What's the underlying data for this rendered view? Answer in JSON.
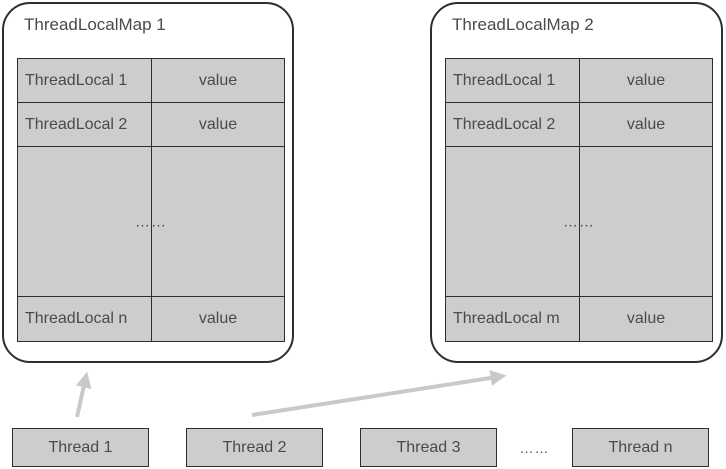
{
  "diagram": {
    "maps": [
      {
        "title": "ThreadLocalMap 1",
        "rows": [
          {
            "key": "ThreadLocal 1",
            "value": "value"
          },
          {
            "key": "ThreadLocal 2",
            "value": "value"
          }
        ],
        "ellipsis": "……",
        "last_row": {
          "key": "ThreadLocal n",
          "value": "value"
        }
      },
      {
        "title": "ThreadLocalMap 2",
        "rows": [
          {
            "key": "ThreadLocal 1",
            "value": "value"
          },
          {
            "key": "ThreadLocal 2",
            "value": "value"
          }
        ],
        "ellipsis": "……",
        "last_row": {
          "key": "ThreadLocal m",
          "value": "value"
        }
      }
    ],
    "threads": [
      {
        "label": "Thread 1"
      },
      {
        "label": "Thread 2"
      },
      {
        "label": "Thread 3"
      },
      {
        "label": "Thread n"
      }
    ],
    "threads_ellipsis": "……",
    "colors": {
      "cell_fill": "#cdcdcd",
      "border": "#2e2e2e",
      "text": "#4a4a4a",
      "arrow": "#c9c9c9",
      "background": "#ffffff"
    }
  }
}
